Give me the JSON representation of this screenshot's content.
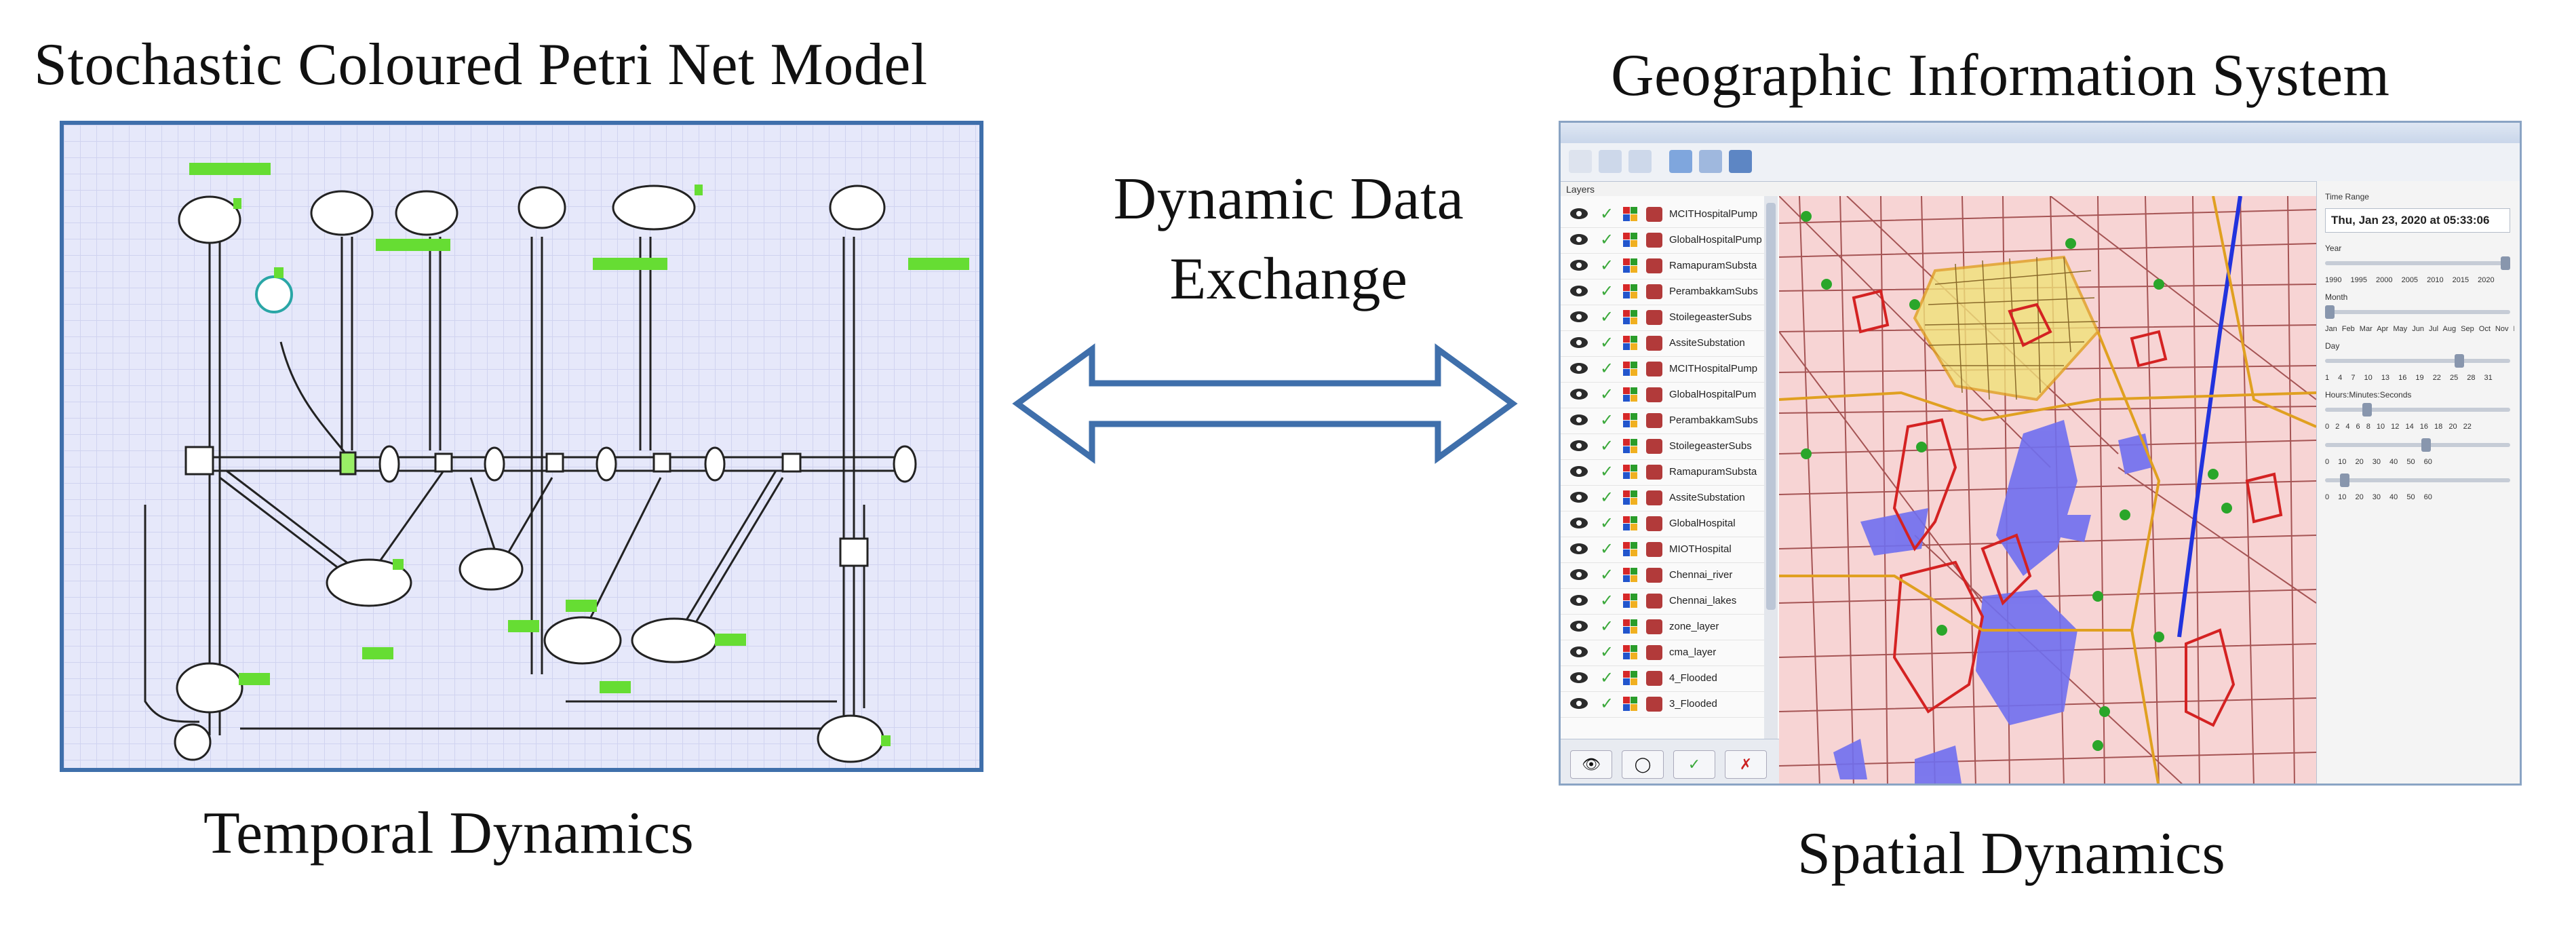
{
  "headings": {
    "left_title": "Stochastic Coloured Petri Net Model",
    "right_title": "Geographic Information System",
    "middle_line1": "Dynamic Data",
    "middle_line2": "Exchange",
    "left_caption": "Temporal Dynamics",
    "right_caption": "Spatial Dynamics"
  },
  "colors": {
    "panel_border": "#3f6fab",
    "petri_background": "#e6e8fa",
    "token_label_green": "#66dd33",
    "arrow_stroke": "#3f6fab",
    "map_flood": "#f7d4d4",
    "map_water": "#6f6ff0",
    "map_roads": "#8a2a2a",
    "map_boundary": "#e0a020"
  },
  "gis": {
    "layers_header": "Layers",
    "layers": [
      "MCITHospitalPump",
      "GlobalHospitalPump",
      "RamapuramSubsta",
      "PerambakkamSubs",
      "StoilegeasterSubs",
      "AssiteSubstation",
      "MCITHospitalPump",
      "GlobalHospitalPum",
      "PerambakkamSubs",
      "StoilegeasterSubs",
      "RamapuramSubsta",
      "AssiteSubstation",
      "GlobalHospital",
      "MIOTHospital",
      "Chennai_river",
      "Chennai_lakes",
      "zone_layer",
      "cma_layer",
      "4_Flooded",
      "3_Flooded"
    ],
    "time_range_label": "Time Range",
    "date_value": "Thu, Jan 23, 2020  at  05:33:06",
    "year_label": "Year",
    "year_ticks": "1990 1995 2000 2005 2010 2015 2020",
    "month_label": "Month",
    "month_ticks": "Jan Feb Mar Apr May Jun Jul Aug Sep Oct Nov Dec",
    "day_label": "Day",
    "day_ticks": "1 4 7 10 13 16 19 22 25 28 31",
    "hms_label": "Hours:Minutes:Seconds",
    "hour_ticks": "0 2 4 6 8 10 12 14 16 18 20 22",
    "minute_ticks": "0 10 20 30 40 50 60",
    "second_ticks": "0 10 20 30 40 50 60"
  },
  "icons": {
    "double_arrow": "double-headed-arrow",
    "layer_visibility": "eye-icon",
    "layer_enabled": "check-icon",
    "layer_symbol": "multicolor-symbol-icon",
    "layer_source": "database-icon"
  }
}
